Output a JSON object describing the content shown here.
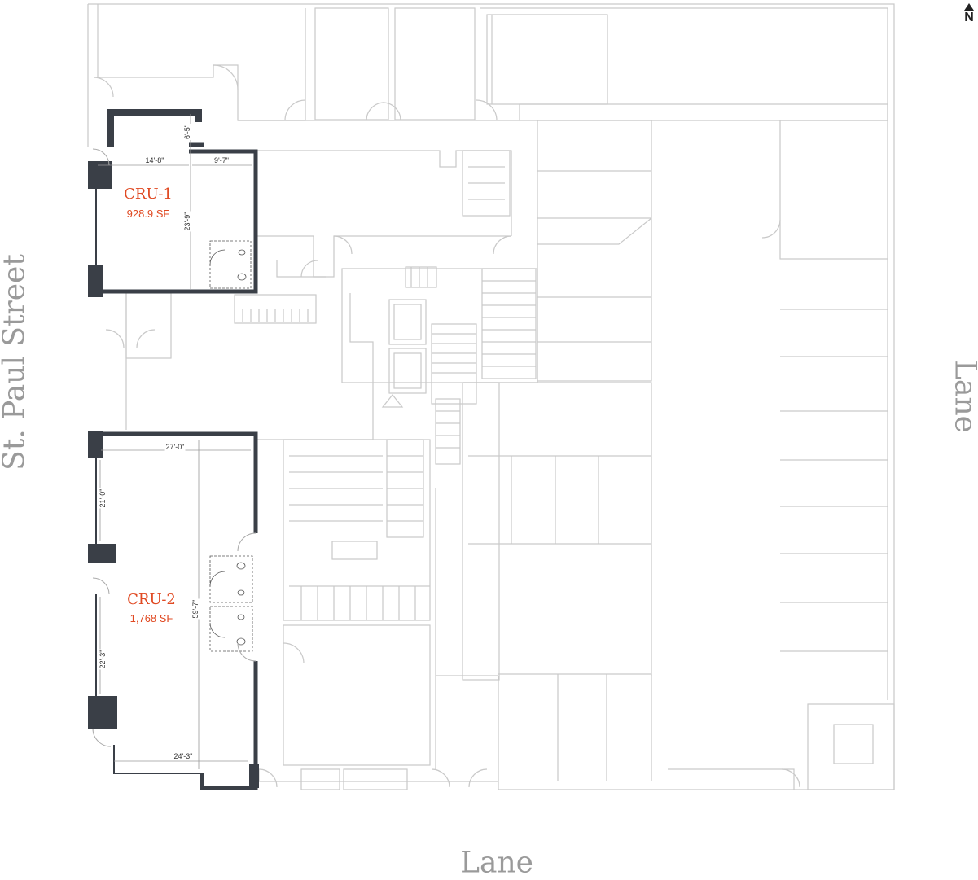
{
  "compass": {
    "label": "N",
    "icon": "north-arrow-icon"
  },
  "streets": {
    "west": "St. Paul Street",
    "east": "Lane",
    "south": "Lane"
  },
  "units": [
    {
      "name": "CRU-1",
      "area": "928.9 SF",
      "dims": {
        "top_left": "14'-8\"",
        "top_right": "9'-7\"",
        "notch": "6'-5\"",
        "depth": "23'-9\""
      }
    },
    {
      "name": "CRU-2",
      "area": "1,768 SF",
      "dims": {
        "top": "27'-0\"",
        "bottom": "24'-3\"",
        "depth": "59'-7\"",
        "front_upper": "21'-0\"",
        "front_lower": "22'-3\""
      }
    }
  ],
  "colors": {
    "unit_wall": "#3a3f47",
    "unit_label": "#e04a23",
    "base_lines": "#c9c9c9",
    "street_text": "#9a9a9a"
  }
}
